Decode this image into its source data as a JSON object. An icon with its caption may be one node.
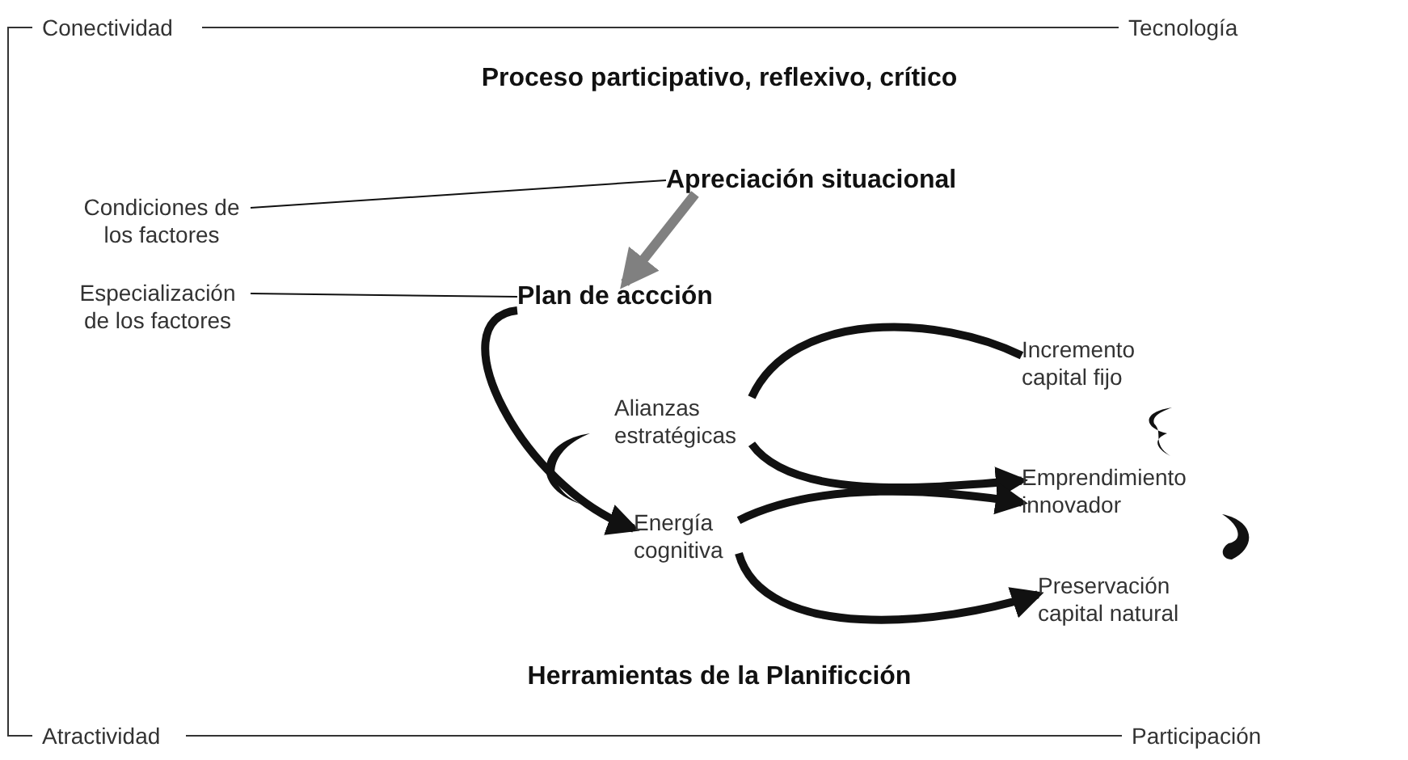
{
  "diagram": {
    "title": "Proceso participativo, reflexivo, crítico",
    "caption": "Herramientas de la Planificción",
    "nodes": [
      {
        "text": [
          "Condiciones de los factores"
        ]
      },
      {
        "text": [
          "Apreciación situacional"
        ]
      },
      {
        "text": [
          "Especialización de los factores"
        ]
      },
      {
        "text": [
          "Plan de accción"
        ]
      },
      {
        "text": [
          "Alianzas estratégicas"
        ]
      },
      {
        "text": [
          "Energía cognitiva"
        ]
      },
      {
        "text": [
          "Incremento capital fijo"
        ]
      },
      {
        "text": [
          "Emprendimiento innovador"
        ]
      },
      {
        "text": [
          "Preservación capital natural"
        ]
      }
    ],
    "edges": [
      {
        "from": 0,
        "to": 1,
        "arrow": "none"
      },
      {
        "from": 2,
        "to": 3,
        "arrow": "none"
      },
      {
        "from": 1,
        "to": 3,
        "arrow": "to",
        "color": "#808080"
      },
      {
        "from": 3,
        "to": 5,
        "arrow": "to"
      },
      {
        "from": 4,
        "to": 6,
        "arrow": "none"
      },
      {
        "from": 4,
        "to": 7,
        "arrow": "to"
      },
      {
        "from": 5,
        "to": 7,
        "arrow": "to"
      },
      {
        "from": 5,
        "to": 8,
        "arrow": "to"
      }
    ],
    "labels": [
      "Conectividad",
      "Tecnología",
      "Atractividad",
      "Participación"
    ]
  }
}
